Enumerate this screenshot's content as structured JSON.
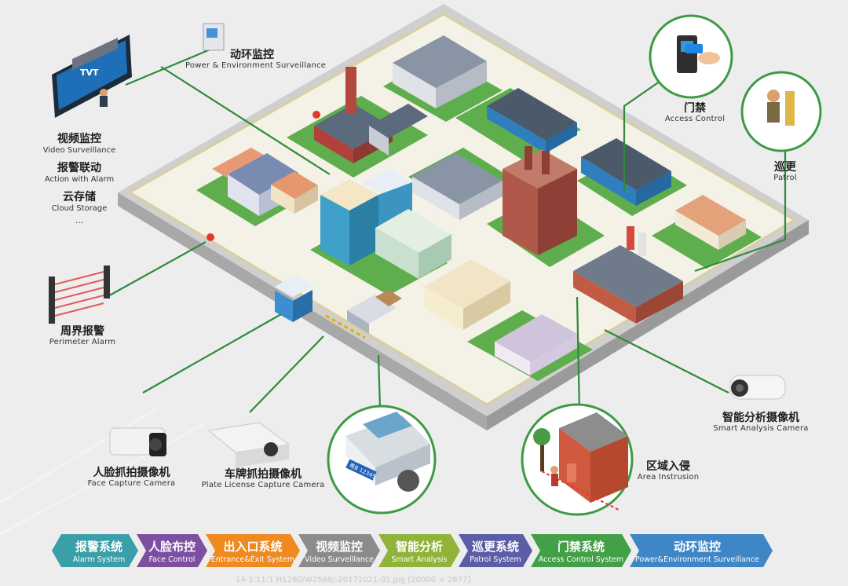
{
  "labels": {
    "power_env": {
      "cn": "动环监控",
      "en": "Power & Environment  Surveillance"
    },
    "access": {
      "cn": "门禁",
      "en": "Access  Control"
    },
    "patrol": {
      "cn": "巡更",
      "en": "Patrol"
    },
    "perimeter": {
      "cn": "周界报警",
      "en": "Perimeter  Alarm"
    },
    "smart_camera": {
      "cn": "智能分析摄像机",
      "en": "Smart Analysis Camera"
    },
    "area_intrusion": {
      "cn": "区域入侵",
      "en": "Area Instrusion"
    },
    "face_camera": {
      "cn": "人脸抓拍摄像机",
      "en": "Face  Capture  Camera"
    },
    "plate_camera": {
      "cn": "车牌抓拍摄像机",
      "en": "Plate License  Capture  Camera"
    }
  },
  "left_list": [
    {
      "cn": "视频监控",
      "en": "Video Surveillance"
    },
    {
      "cn": "报警联动",
      "en": "Action  with  Alarm"
    },
    {
      "cn": "云存储",
      "en": "Cloud  Storage"
    }
  ],
  "left_list_more": "...",
  "monitor_logo": "TVT",
  "plate_text": "粤B 12345",
  "bottom_bar": [
    {
      "cn": "报警系统",
      "en": "Alarm System",
      "color": "#3a9fa8"
    },
    {
      "cn": "人脸布控",
      "en": "Face Control",
      "color": "#7d4fa1"
    },
    {
      "cn": "出入口系统",
      "en": "Entrance&Exit System",
      "color": "#ee8a1f"
    },
    {
      "cn": "视频监控",
      "en": "Video Surveillance",
      "color": "#8b8b8b"
    },
    {
      "cn": "智能分析",
      "en": "Smart Analysis",
      "color": "#8fb439"
    },
    {
      "cn": "巡更系统",
      "en": "Patrol System",
      "color": "#5b5da6"
    },
    {
      "cn": "门禁系统",
      "en": "Access Control System",
      "color": "#43a046"
    },
    {
      "cn": "动环监控",
      "en": "Power&Environment  Surveillance",
      "color": "#3f86c7"
    }
  ],
  "footer_note": "14-1:11:1  H1260/W2568/-20171021-01.jpg [20000 × 2877]",
  "colors": {
    "line": "#2e8b3a",
    "circle_border": "#3d9a44",
    "ground": "#f4f1e6",
    "grass": "#5fae4e",
    "wall": "#bfbfbf"
  }
}
